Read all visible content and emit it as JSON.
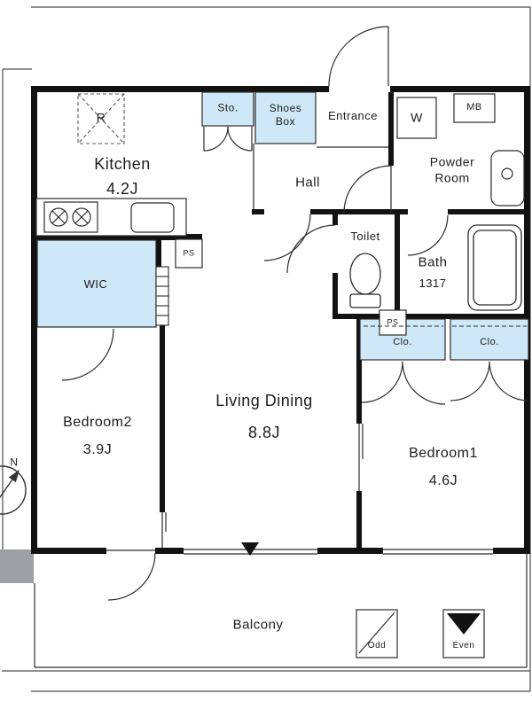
{
  "floorplan": {
    "labels": {
      "kitchen": "Kitchen",
      "kitchen_size": "4.2J",
      "living": "Living Dining",
      "living_size": "8.8J",
      "bedroom1": "Bedroom1",
      "bedroom1_size": "4.6J",
      "bedroom2": "Bedroom2",
      "bedroom2_size": "3.9J",
      "wic": "WIC",
      "hall": "Hall",
      "entrance": "Entrance",
      "powder_room": "Powder Room",
      "toilet": "Toilet",
      "bath": "Bath",
      "bath_size": "1317",
      "balcony": "Balcony",
      "refrigerator": "R",
      "storage": "Sto.",
      "shoes_box": "Shoes Box",
      "washer": "W",
      "meter_box": "MB",
      "ps_kitchen": "PS",
      "ps_closet": "PS",
      "closet_left": "Clo.",
      "closet_right": "Clo.",
      "partition_odd": "Odd",
      "partition_even": "Even",
      "north": "N"
    },
    "colors": {
      "wall": "#121212",
      "storage_highlight": "#cfe8f7",
      "thin_line": "#2b2b2b",
      "gray_block": "#9c9fa3"
    }
  }
}
